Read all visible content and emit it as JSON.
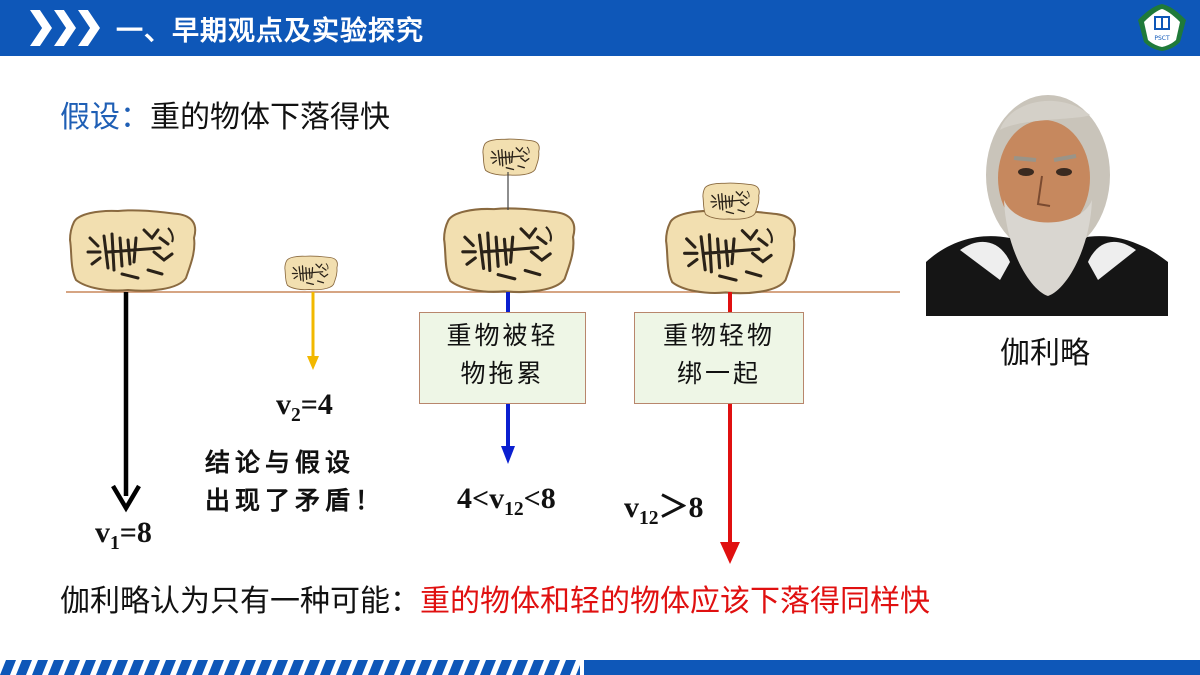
{
  "header": {
    "title": "一、早期观点及实验探究",
    "logo_text": "PSCT"
  },
  "hypothesis": {
    "label": "假设：",
    "text": "重的物体下落得快"
  },
  "labels": {
    "v1": {
      "base": "v",
      "sub": "1",
      "tail": "=8"
    },
    "v2": {
      "base": "v",
      "sub": "2",
      "tail": "=4"
    },
    "v12a": {
      "pre": "4<v",
      "sub": "12",
      "tail": "<8"
    },
    "v12b": {
      "base": "v",
      "sub": "12",
      "tail": "＞8"
    }
  },
  "note": {
    "line1": "结论与假设",
    "line2": "出现了矛盾！"
  },
  "box1": {
    "line1": "重物被轻",
    "line2": "物拖累"
  },
  "box2": {
    "line1": "重物轻物",
    "line2": "绑一起"
  },
  "portrait": {
    "name": "伽利略"
  },
  "conclusion": {
    "prefix": "伽利略认为只有一种可能：",
    "highlight": "重的物体和轻的物体应该下落得同样快"
  },
  "colors": {
    "header": "#0e57b8",
    "hyp_label": "#1f5fb5",
    "highlight": "#e01010",
    "arrow_black": "#000000",
    "arrow_yellow": "#f2b800",
    "arrow_blue": "#0a1fd0",
    "arrow_red": "#e01010",
    "ground_line": "#c8875a"
  }
}
